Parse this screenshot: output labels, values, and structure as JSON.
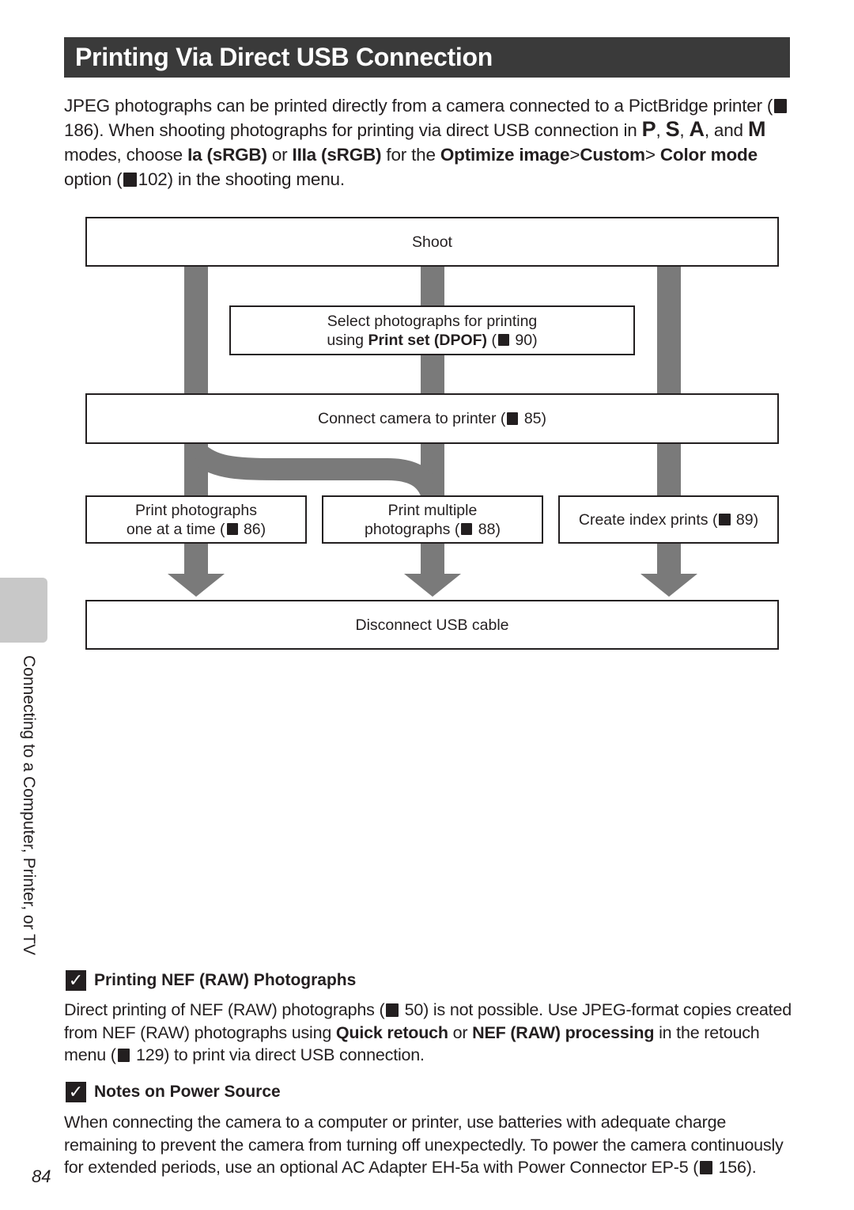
{
  "title": "Printing Via Direct USB Connection",
  "intro": {
    "t1": "JPEG photographs can be printed directly from a camera connected to a PictBridge printer (",
    "r1": "186). When shooting photographs for printing via direct USB connection in",
    "mode_p": "P",
    "mode_s": "S",
    "mode_a": "A",
    "mode_m": "M",
    "and": "and",
    "t2": "modes, choose",
    "b1": "Ia (sRGB)",
    "or": "or",
    "b2": "IIIa (sRGB)",
    "t3": "for the",
    "b3": "Optimize image",
    "b4": "Custom",
    "b5": "Color mode",
    "t4": "option (",
    "r2": "102) in the shooting menu."
  },
  "flow": {
    "shoot": "Shoot",
    "select_line1": "Select photographs for printing",
    "select_pre": "using",
    "select_bold": "Print set (DPOF)",
    "select_ref": "90)",
    "connect": "Connect camera to printer (",
    "connect_ref": "85)",
    "print_one_line1": "Print photographs",
    "print_one_line2": "one at a time (",
    "print_one_ref": "86)",
    "print_multi_line1": "Print multiple",
    "print_multi_line2": "photographs (",
    "print_multi_ref": "88)",
    "index": "Create index prints (",
    "index_ref": "89)",
    "disconnect": "Disconnect USB cable"
  },
  "side_label": "Connecting to a Computer, Printer, or TV",
  "page_number": "84",
  "note1": {
    "heading": "Printing NEF (RAW) Photographs",
    "t1": "Direct printing of NEF (RAW) photographs (",
    "r1": "50) is not possible. Use JPEG-format copies created from NEF (RAW) photographs using",
    "b1": "Quick retouch",
    "or": "or",
    "b2": "NEF (RAW) processing",
    "t2": "in the retouch menu (",
    "r2": "129) to print via direct USB connection."
  },
  "note2": {
    "heading": "Notes on Power Source",
    "t1": "When connecting the camera to a computer or printer, use batteries with adequate charge remaining to prevent the camera from turning off unexpectedly. To power the camera continuously for extended periods, use an optional AC Adapter EH-5a with Power Connector EP-5 (",
    "r1": "156)."
  }
}
